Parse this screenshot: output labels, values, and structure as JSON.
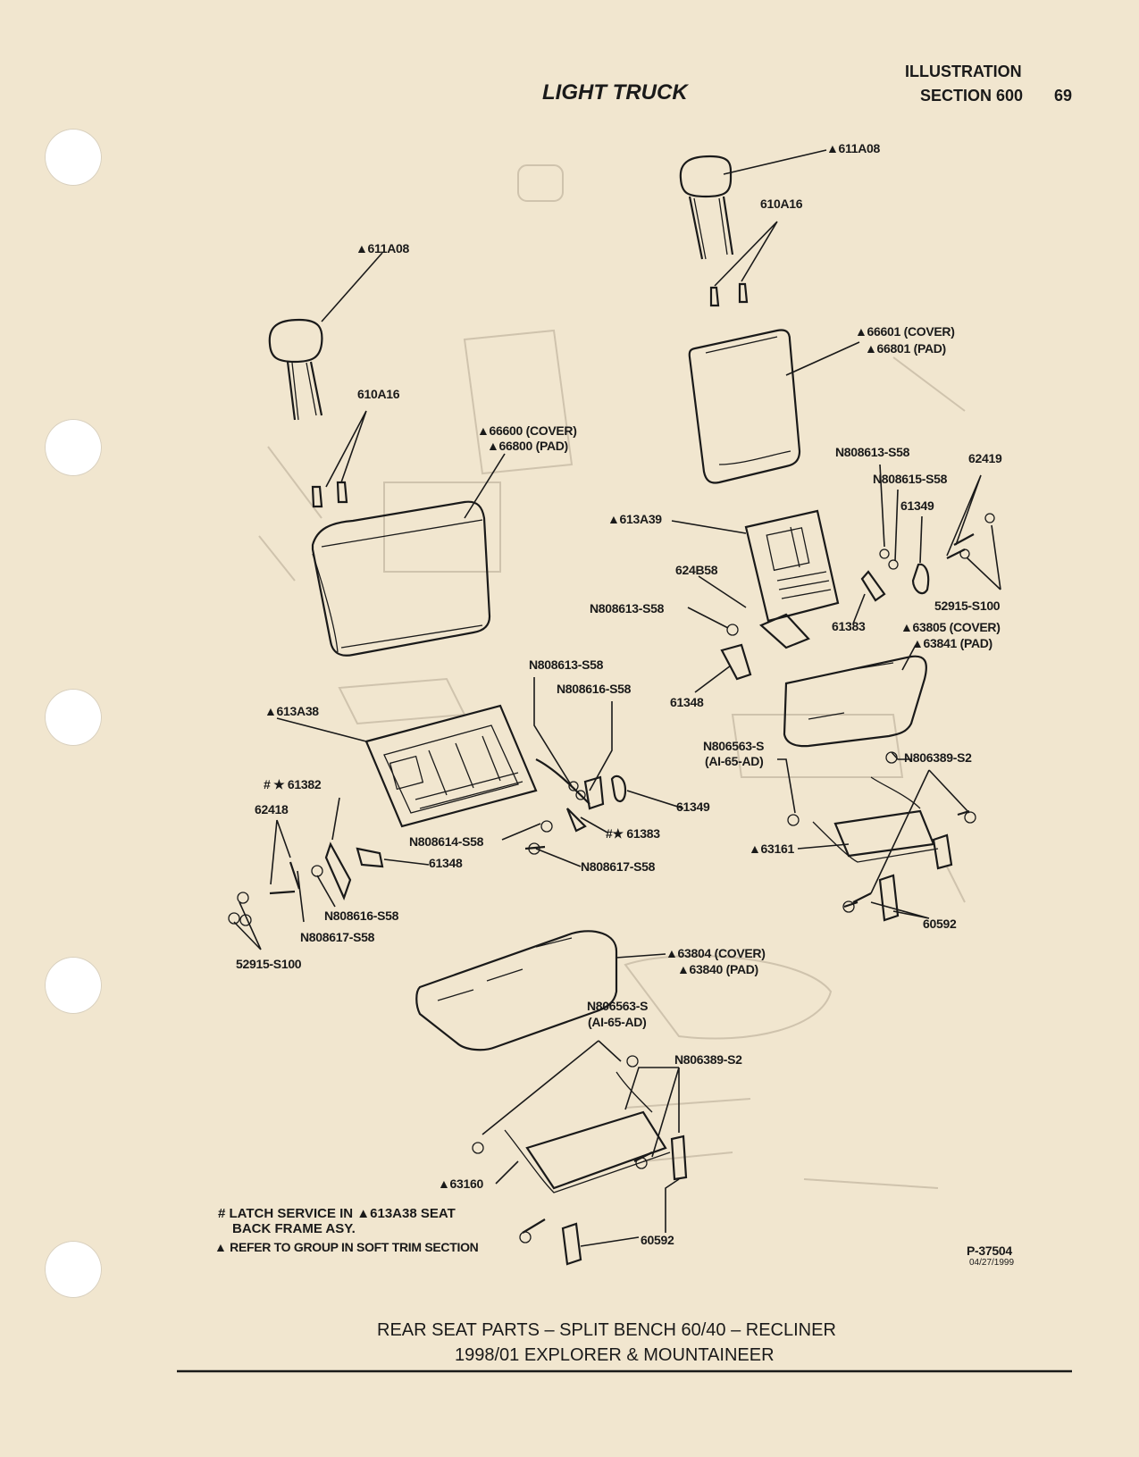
{
  "header": {
    "section_label": "ILLUSTRATION",
    "section": "SECTION 600",
    "page_number": "69",
    "title": "LIGHT TRUCK"
  },
  "labels": {
    "r_headrest": "▲611A08",
    "r_guide": "610A16",
    "r_back_cover": "▲66601 (COVER)",
    "r_back_pad": "▲66801 (PAD)",
    "r_n808613a": "N808613-S58",
    "r_62419": "62419",
    "r_n808615": "N808615-S58",
    "r_61349": "61349",
    "r_613a39": "▲613A39",
    "r_624b58": "624B58",
    "r_n808613b": "N808613-S58",
    "r_52915": "52915-S100",
    "r_61383": "61383",
    "r_cush_cover": "▲63805 (COVER)",
    "r_cush_pad": "▲63841 (PAD)",
    "r_61348": "61348",
    "l_headrest": "▲611A08",
    "l_guide": "610A16",
    "l_back_cover": "▲66600 (COVER)",
    "l_back_pad": "▲66800 (PAD)",
    "m_n808613": "N808613-S58",
    "m_n808616": "N808616-S58",
    "l_613a38": "▲613A38",
    "rf_n806563": "N806563-S",
    "rf_ai65": "(AI-65-AD)",
    "rf_n806389": "N806389-S2",
    "l_61382": "# ★ 61382",
    "m_61349": "61349",
    "l_62418": "62418",
    "m_61383": "#★ 61383",
    "m_n808614": "N808614-S58",
    "rf_63161": "▲63161",
    "l_61348": "61348",
    "m_n808617": "N808617-S58",
    "l_n808616": "N808616-S58",
    "rf_60592": "60592",
    "l_n808617": "N808617-S58",
    "l_52915": "52915-S100",
    "lc_cover": "▲63804 (COVER)",
    "lc_pad": "▲63840 (PAD)",
    "lf_n806563": "N806563-S",
    "lf_ai65": "(AI-65-AD)",
    "lf_n806389": "N806389-S2",
    "lf_63160": "▲63160",
    "lf_60592": "60592"
  },
  "notes": {
    "latch_1": "# LATCH SERVICE IN ▲613A38 SEAT",
    "latch_2": "BACK FRAME ASY.",
    "refer": "▲ REFER TO GROUP IN SOFT TRIM SECTION",
    "plate_id": "P-37504",
    "plate_date": "04/27/1999"
  },
  "caption": {
    "line1": "REAR SEAT PARTS – SPLIT BENCH 60/40 – RECLINER",
    "line2": "1998/01 EXPLORER & MOUNTAINEER"
  }
}
